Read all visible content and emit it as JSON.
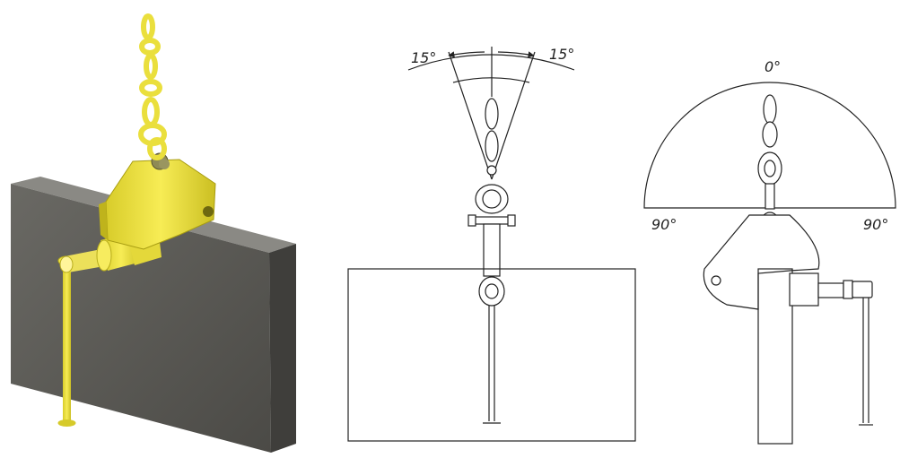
{
  "colors": {
    "clamp_yellow": "#f2e64a",
    "clamp_shade": "#c9bd23",
    "plate_face": "#5b5a56",
    "plate_side": "#3e3d3a",
    "plate_top": "#7a7974",
    "line": "#222222"
  },
  "front_view": {
    "angle_left_label": "15°",
    "angle_right_label": "15°"
  },
  "side_view": {
    "top_label": "0°",
    "left_label": "90°",
    "right_label": "90°"
  }
}
